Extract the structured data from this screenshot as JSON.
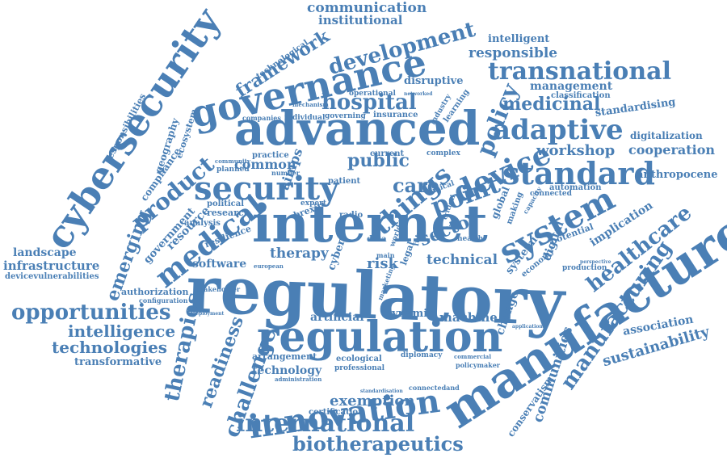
{
  "colors": {
    "word": "#4a7fb5",
    "background": "#ffffff"
  },
  "words": [
    "regulatory",
    "internet",
    "advanced",
    "governance",
    "manufacture",
    "regulation",
    "cybersecurity",
    "security",
    "medical",
    "innovation",
    "international",
    "things",
    "standard",
    "system",
    "device",
    "adaptive",
    "transnational",
    "development",
    "hospital",
    "product",
    "therapies",
    "readiness",
    "challenge",
    "biotherapeutics",
    "opportunities",
    "intelligence",
    "technologies",
    "emerging",
    "manufacturing",
    "healthcare",
    "sustainability",
    "communities",
    "exemption",
    "point",
    "policy",
    "public",
    "care",
    "sector",
    "framework",
    "communication",
    "institutional",
    "responsible",
    "intelligent",
    "medicinal",
    "workshop",
    "cooperation",
    "digitalization",
    "anthropocene",
    "standardising",
    "management",
    "classification",
    "therapy",
    "technical",
    "risk",
    "software",
    "landscape",
    "infrastructure",
    "devicevulnerabilities",
    "transformative",
    "government",
    "resource",
    "common",
    "artificial",
    "machine",
    "dynamic",
    "technology",
    "arrangement",
    "ecological",
    "professional",
    "certification",
    "association",
    "conservatism",
    "disruptive",
    "automation",
    "global",
    "digital",
    "systemic",
    "economy",
    "implication",
    "potential",
    "production",
    "connected",
    "insurance",
    "operational",
    "individual",
    "governing",
    "companies",
    "stakeholder",
    "research",
    "political",
    "compliance",
    "geography",
    "ecosystem",
    "responsibilities",
    "planned",
    "community",
    "resilience",
    "analysis",
    "authorization",
    "configuration",
    "change",
    "health",
    "patient",
    "expert",
    "current",
    "complex",
    "practice",
    "radio",
    "cyber",
    "legal",
    "future",
    "world",
    "main",
    "clinical",
    "critical",
    "aimps",
    "brexit",
    "technological",
    "diplomacy",
    "commercial",
    "policymaker",
    "connectedand",
    "administration",
    "standardisation",
    "application",
    "perspective",
    "making",
    "capacity",
    "mechanism",
    "learning",
    "industry",
    "european",
    "data",
    "marketing",
    "number",
    "deployment",
    "networked"
  ]
}
